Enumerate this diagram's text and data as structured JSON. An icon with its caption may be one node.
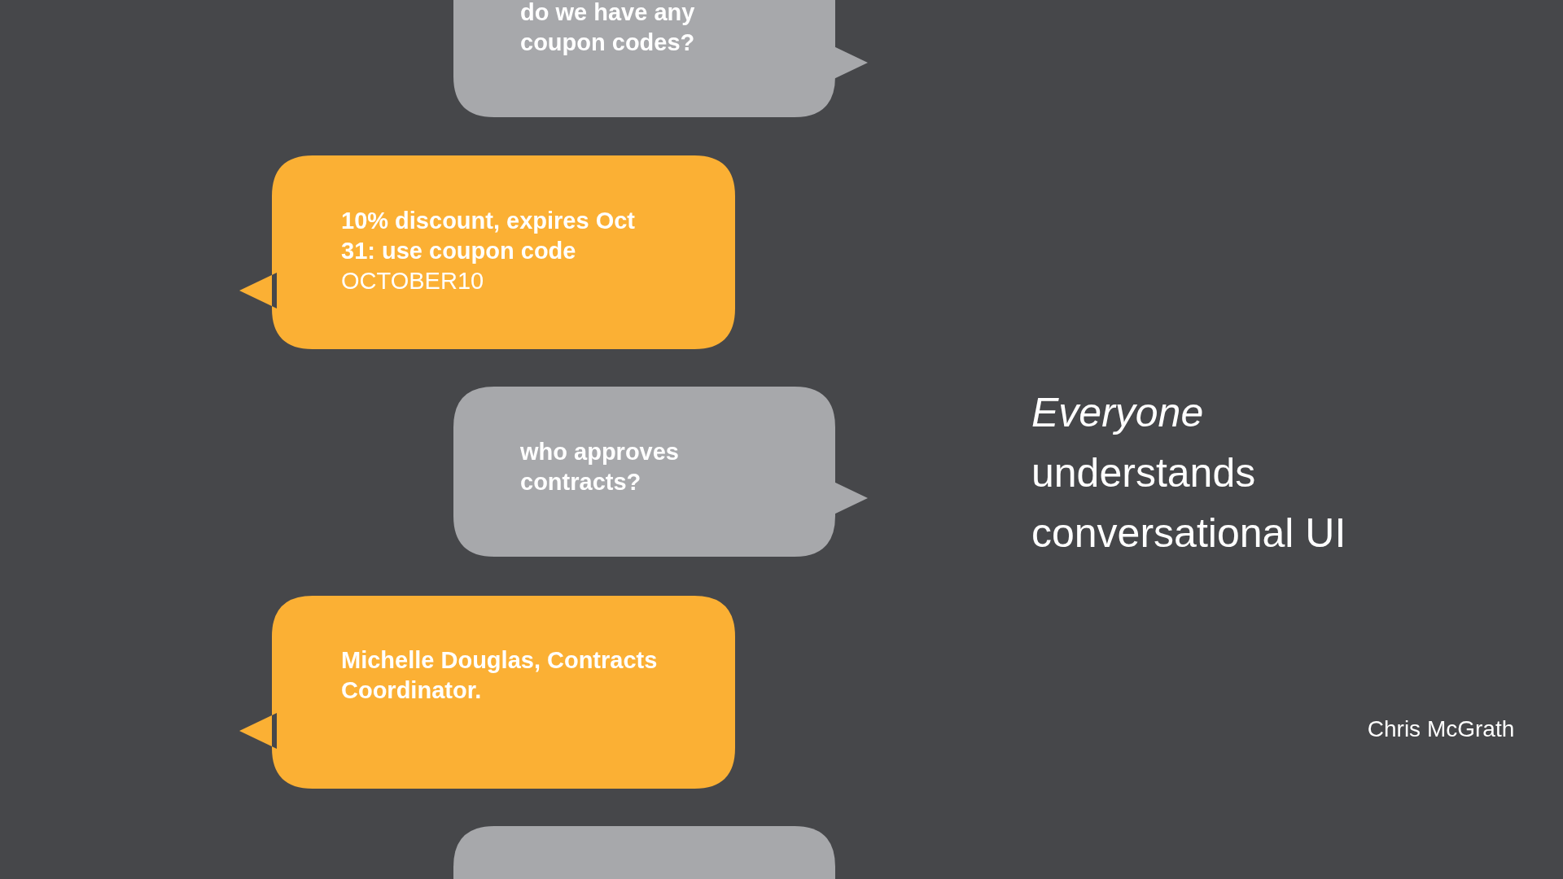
{
  "diagram": {
    "nodes": [
      {
        "text": [
          "do we have any coupon codes?"
        ]
      },
      {
        "text": [
          "**10% discount, expires Oct 31: use coupon code** OCTOBER10"
        ]
      },
      {
        "text": [
          "who approves contracts?"
        ]
      },
      {
        "text": [
          "Michelle Douglas, Contracts Coordinator."
        ]
      },
      {
        "text": [],
        "shape": "box"
      }
    ],
    "edges": [],
    "labels": [
      "*Everyone* understands conversational UI",
      "Chris McGrath"
    ]
  }
}
